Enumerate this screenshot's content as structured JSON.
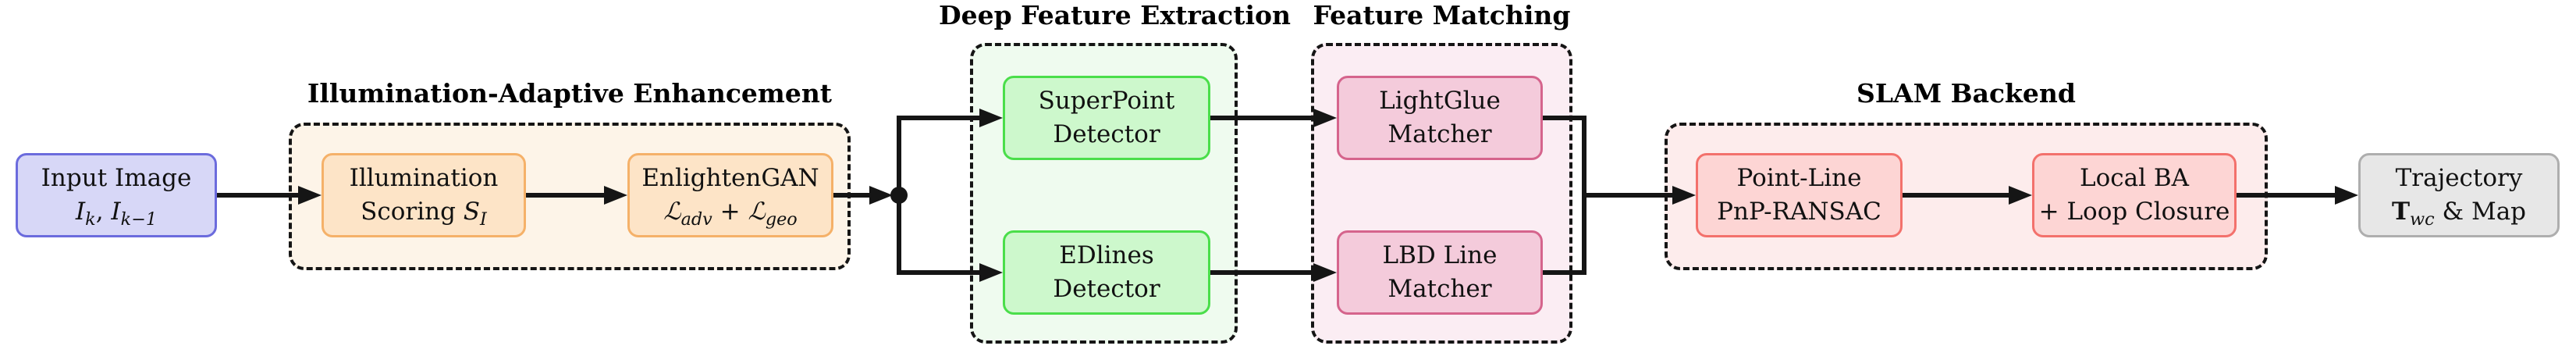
{
  "colors": {
    "input_fill": "#d7d7f7",
    "input_border": "#6b6bdd",
    "enhance_container_fill": "#fdf4e8",
    "enhance_box_fill": "#fde4c7",
    "enhance_box_border": "#f5b169",
    "extract_container_fill": "#effbef",
    "extract_box_fill": "#cdf8cc",
    "extract_box_border": "#4ade4a",
    "match_container_fill": "#fbedf3",
    "match_box_fill": "#f4cbdb",
    "match_box_border": "#d5648c",
    "slam_container_fill": "#fdecec",
    "slam_box_fill": "#fdd5d4",
    "slam_box_border": "#f3716c",
    "output_fill": "#e7e7e7",
    "output_border": "#aeaeae",
    "line_color": "#151515"
  },
  "sections": {
    "enhancement": {
      "title": "Illumination-Adaptive Enhancement"
    },
    "extraction": {
      "title": "Deep Feature Extraction"
    },
    "matching": {
      "title": "Feature Matching"
    },
    "backend": {
      "title": "SLAM Backend"
    }
  },
  "nodes": {
    "input": {
      "line1": "Input Image",
      "math": {
        "a": "I",
        "a_sub": "k",
        "sep": ", ",
        "b": "I",
        "b_sub": "k−1"
      }
    },
    "illumination_scoring": {
      "line1": "Illumination",
      "line2_prefix": "Scoring ",
      "symbol": "S",
      "symbol_sub": "I"
    },
    "enlightengan": {
      "line1": "EnlightenGAN",
      "loss": {
        "l1": "ℒ",
        "l1_sub": "adv",
        "plus": " + ",
        "l2": "ℒ",
        "l2_sub": "geo"
      }
    },
    "superpoint": {
      "line1": "SuperPoint",
      "line2": "Detector"
    },
    "edlines": {
      "line1": "EDlines",
      "line2": "Detector"
    },
    "lightglue": {
      "line1": "LightGlue",
      "line2": "Matcher"
    },
    "lbd": {
      "line1": "LBD Line",
      "line2": "Matcher"
    },
    "pnp": {
      "line1": "Point-Line",
      "line2": "PnP-RANSAC"
    },
    "local_ba": {
      "line1": "Local BA",
      "line2": "+ Loop Closure"
    },
    "output": {
      "line1": "Trajectory",
      "math": {
        "t": "T",
        "t_sub": "wc",
        "rest": " & Map"
      }
    }
  }
}
